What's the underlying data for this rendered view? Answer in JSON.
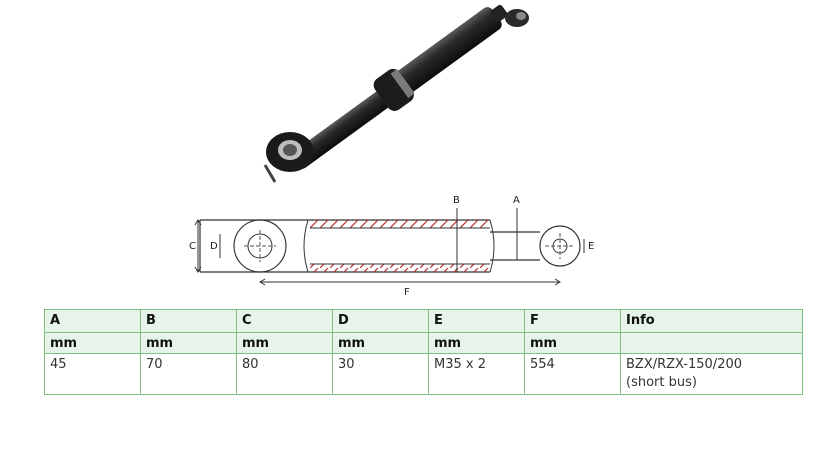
{
  "diagram": {
    "labels": {
      "a": "A",
      "b": "B",
      "c": "C",
      "d": "D",
      "e": "E",
      "f": "F"
    }
  },
  "table": {
    "headers": [
      "A",
      "B",
      "C",
      "D",
      "E",
      "F",
      "Info"
    ],
    "units": [
      "mm",
      "mm",
      "mm",
      "mm",
      "mm",
      "mm",
      ""
    ],
    "rows": [
      {
        "a": "45",
        "b": "70",
        "c": "80",
        "d": "30",
        "e": "M35 x 2",
        "f": "554",
        "info_line1": "BZX/RZX-150/200",
        "info_line2": "(short bus)"
      }
    ]
  }
}
